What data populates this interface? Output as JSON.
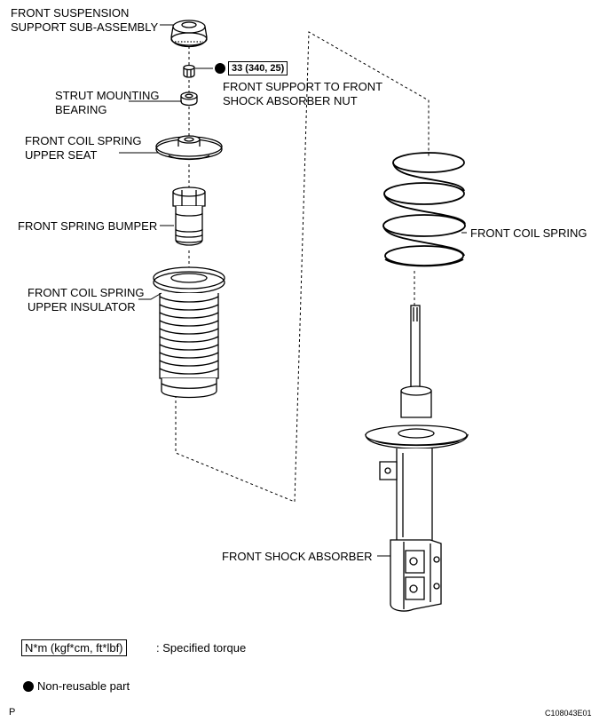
{
  "labels": {
    "support_line1": "FRONT SUSPENSION",
    "support_line2": "SUPPORT SUB-ASSEMBLY",
    "nut_line1": "FRONT SUPPORT TO FRONT",
    "nut_line2": "SHOCK ABSORBER NUT",
    "bearing_line1": "STRUT MOUNTING",
    "bearing_line2": "BEARING",
    "upper_seat_line1": "FRONT COIL SPRING",
    "upper_seat_line2": "UPPER SEAT",
    "bumper": "FRONT SPRING BUMPER",
    "insulator_line1": "FRONT COIL SPRING",
    "insulator_line2": "UPPER INSULATOR",
    "coil_spring": "FRONT COIL SPRING",
    "shock_absorber": "FRONT SHOCK ABSORBER"
  },
  "torque": {
    "value": "33 (340, 25)"
  },
  "legend": {
    "torque_unit": "N*m (kgf*cm, ft*lbf)",
    "torque_desc": ": Specified torque",
    "non_reusable": "Non-reusable part"
  },
  "footer": {
    "left": "P",
    "code": "C108043E01"
  }
}
